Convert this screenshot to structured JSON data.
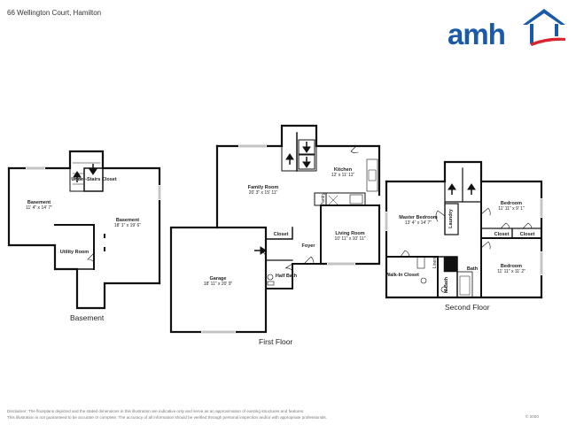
{
  "header": {
    "address": "66 Wellington Court, Hamilton",
    "logo_text": "amh",
    "logo_color": "#1a5aa8",
    "logo_accent": "#d9232e"
  },
  "floors": {
    "basement": {
      "caption": "Basement",
      "rooms": [
        {
          "name": "Basement",
          "dims": "11' 4\" x 14' 7\""
        },
        {
          "name": "Basement",
          "dims": "18' 1\" x 19' 6\""
        },
        {
          "name": "Utility Room",
          "dims": ""
        },
        {
          "name": "Under-Stairs Closet",
          "dims": ""
        }
      ]
    },
    "first": {
      "caption": "First Floor",
      "rooms": [
        {
          "name": "Family Room",
          "dims": "20' 3\" x 15' 11\""
        },
        {
          "name": "Kitchen",
          "dims": "12' x 11' 11\""
        },
        {
          "name": "Living Room",
          "dims": "10' 11\" x 10' 11\""
        },
        {
          "name": "Garage",
          "dims": "18' 11\" x 20' 9\""
        },
        {
          "name": "Closet",
          "dims": ""
        },
        {
          "name": "Foyer",
          "dims": ""
        },
        {
          "name": "Half Bath",
          "dims": ""
        },
        {
          "name": "Pantry",
          "dims": ""
        }
      ]
    },
    "second": {
      "caption": "Second Floor",
      "rooms": [
        {
          "name": "Master Bedroom",
          "dims": "13' 4\" x 14' 7\""
        },
        {
          "name": "Bedroom",
          "dims": "11' 11\" x 9' 1\""
        },
        {
          "name": "Bedroom",
          "dims": "11' 11\" x 11' 2\""
        },
        {
          "name": "Laundry",
          "dims": ""
        },
        {
          "name": "Closet",
          "dims": ""
        },
        {
          "name": "Closet",
          "dims": ""
        },
        {
          "name": "Walk-In Closet",
          "dims": ""
        },
        {
          "name": "M.Bath",
          "dims": ""
        },
        {
          "name": "Bath",
          "dims": ""
        },
        {
          "name": "Linen",
          "dims": ""
        }
      ]
    }
  },
  "disclaimer": {
    "line1": "Disclaimer: The floorplans depicted and the stated dimensions in this illustration are indicative only and serve as an approximation of existing structures and features.",
    "line2": "This illustration is not guaranteed to be accurate or complete. The accuracy of all information should be verified through personal inspection and/or with appropriate professionals.",
    "copyright": "© 2020"
  }
}
